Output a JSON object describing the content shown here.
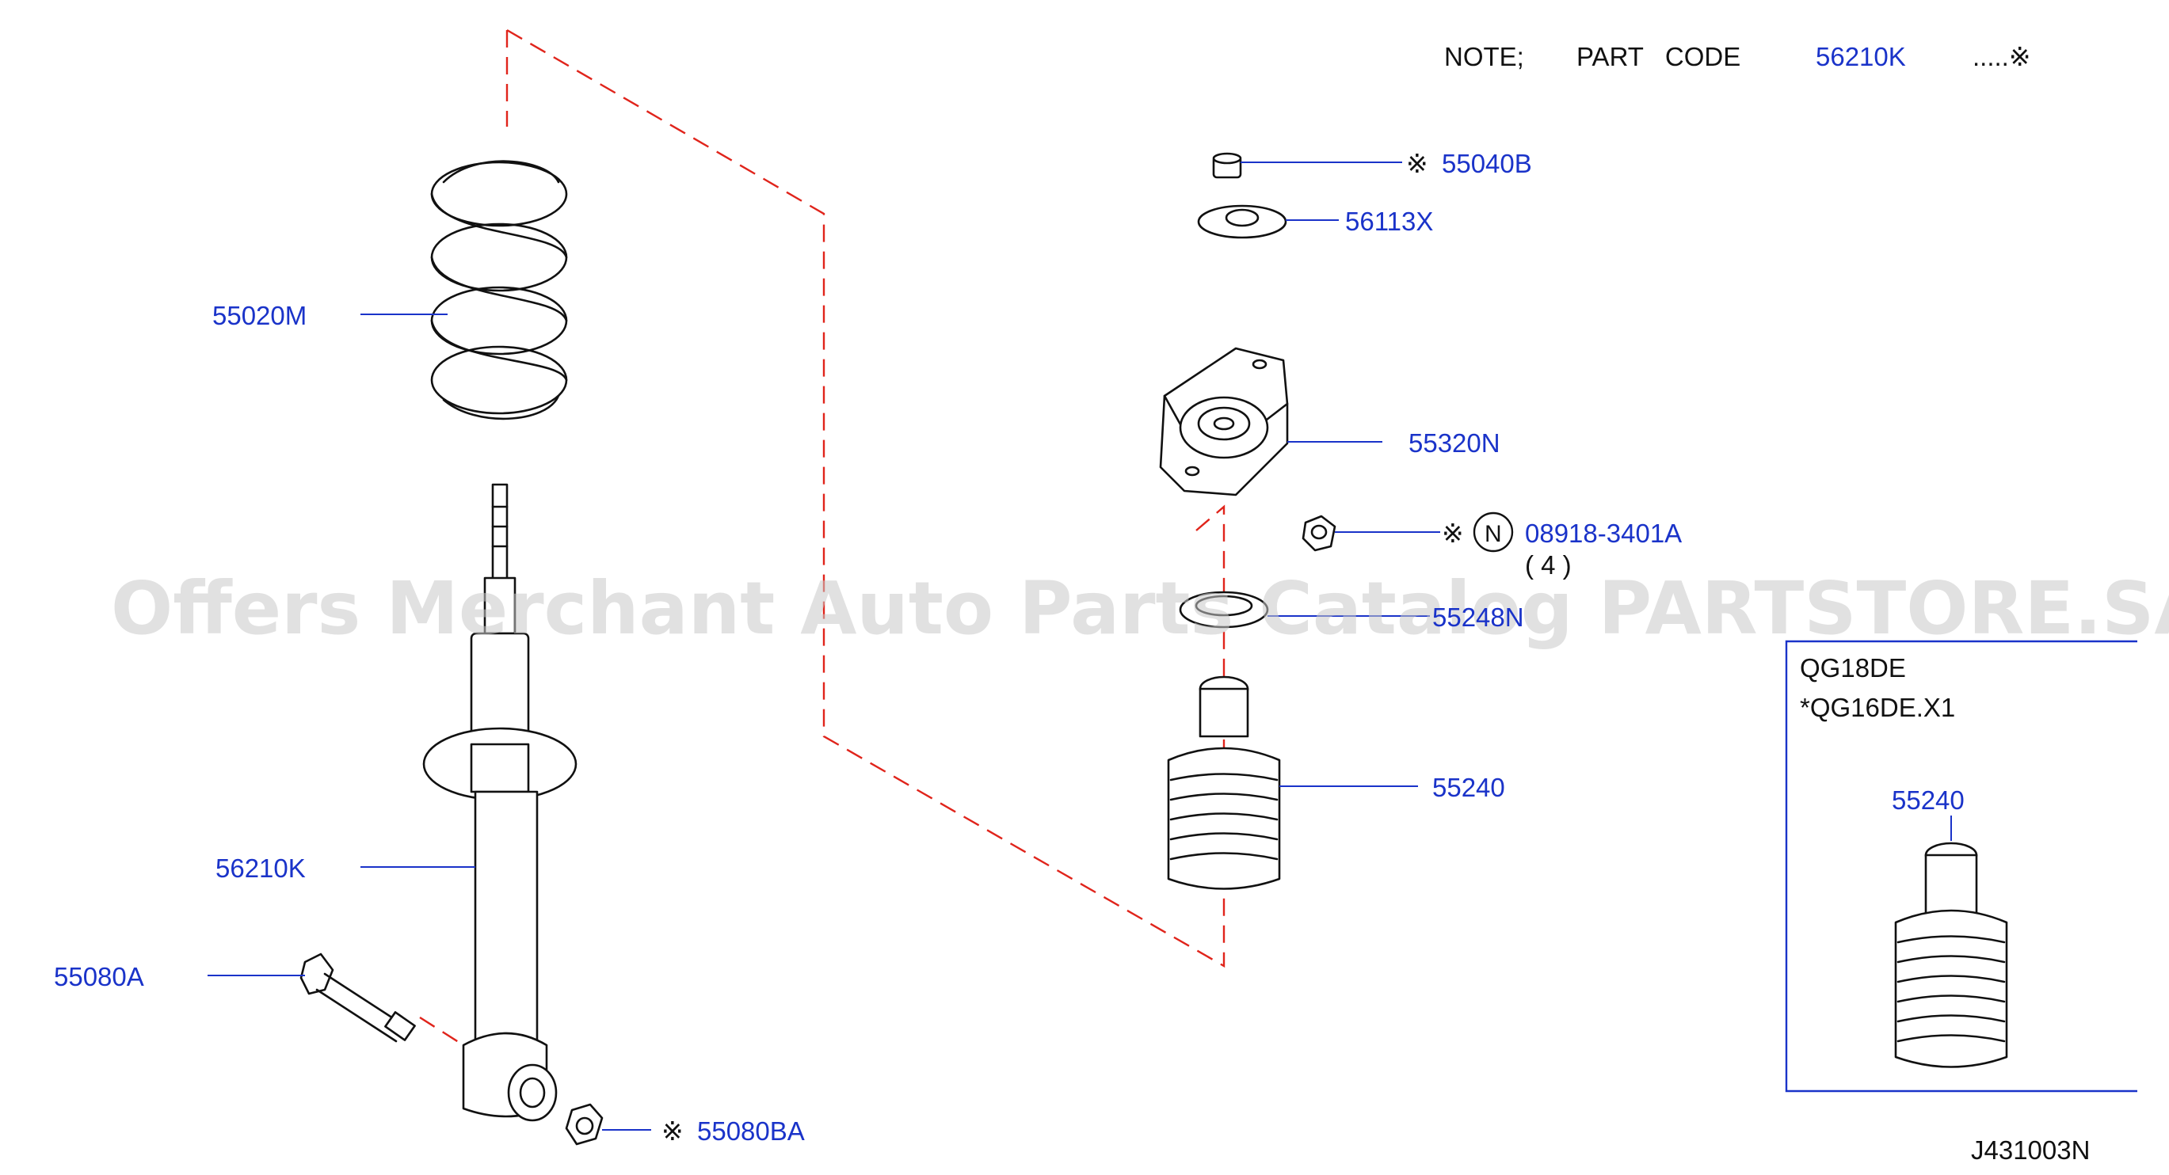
{
  "note": {
    "label": "NOTE;",
    "part_code_label": "PART   CODE",
    "part_code_value": "56210K",
    "part_code_symbol": ".....※"
  },
  "parts": {
    "spring": "55020M",
    "strut": "56210K",
    "lower_bolt": "55080A",
    "lower_nut_mark": "※",
    "lower_nut": "55080BA",
    "top_nut_mark": "※",
    "top_nut": "55040B",
    "washer": "56113X",
    "mount": "55320N",
    "mount_nut_mark": "※",
    "mount_nut_n_symbol": "N",
    "mount_nut": "08918-3401A",
    "mount_nut_qty": "( 4 )",
    "seat": "55248N",
    "bump_stop": "55240"
  },
  "inset": {
    "engine_line1": "QG18DE",
    "engine_line2": "*QG16DE.X1",
    "part": "55240"
  },
  "watermark": "Offers Merchant Auto Parts Catalog PARTSTORE.SA",
  "diagram_code": "J431003N",
  "colors": {
    "part_number": "#1a33c9",
    "leader_line": "#1a33c9",
    "dashed_outline": "#e0241b",
    "drawing": "#111111",
    "watermark": "#c9c9c9"
  }
}
